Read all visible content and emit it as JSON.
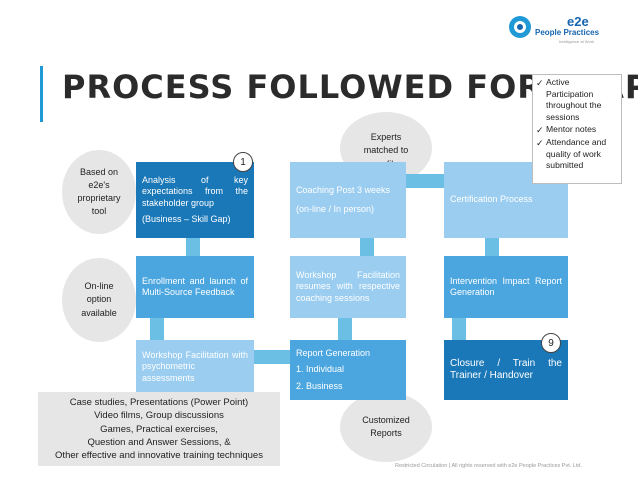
{
  "title": "PROCESS FOLLOWED FOR LeAP",
  "logo": {
    "name": "e2e",
    "subname": "People Practices",
    "tagline": "Intelligence at Work"
  },
  "ellipses": {
    "proprietary": "Based on e2e's proprietary tool",
    "online": "On-line option available",
    "experts": "Experts matched to profile",
    "customized": "Customized Reports"
  },
  "steps": {
    "analysis": [
      "Analysis of key expectations from the stakeholder group",
      "(Business – Skill Gap)"
    ],
    "enrollment": [
      "Enrollment and launch of Multi-Source Feedback"
    ],
    "workshop_psy": [
      "Workshop Facilitation with psychometric assessments"
    ],
    "report": [
      "Report Generation",
      "1. Individual",
      "2. Business"
    ],
    "coaching": [
      "Coaching Post 3 weeks",
      "(on-line / In person)"
    ],
    "workshop_resume": [
      "Workshop Facilitation resumes with respective coaching sessions"
    ],
    "certification": [
      "Certification Process"
    ],
    "intervention": [
      "Intervention Impact Report Generation"
    ],
    "closure": [
      "Closure / Train the Trainer / Handover"
    ]
  },
  "badges": {
    "start": "1",
    "end": "9"
  },
  "checklist": [
    "Active Participation throughout the sessions",
    "Mentor notes",
    "Attendance and quality of work submitted"
  ],
  "techniques": [
    "Case studies, Presentations (Power Point)",
    "Video films, Group discussions",
    "Games, Practical exercises,",
    "Question and Answer Sessions, &",
    "Other effective and innovative training techniques"
  ],
  "footer": "Restricted Circulation | All rights reserved with e2e People Practices Pvt. Ltd."
}
